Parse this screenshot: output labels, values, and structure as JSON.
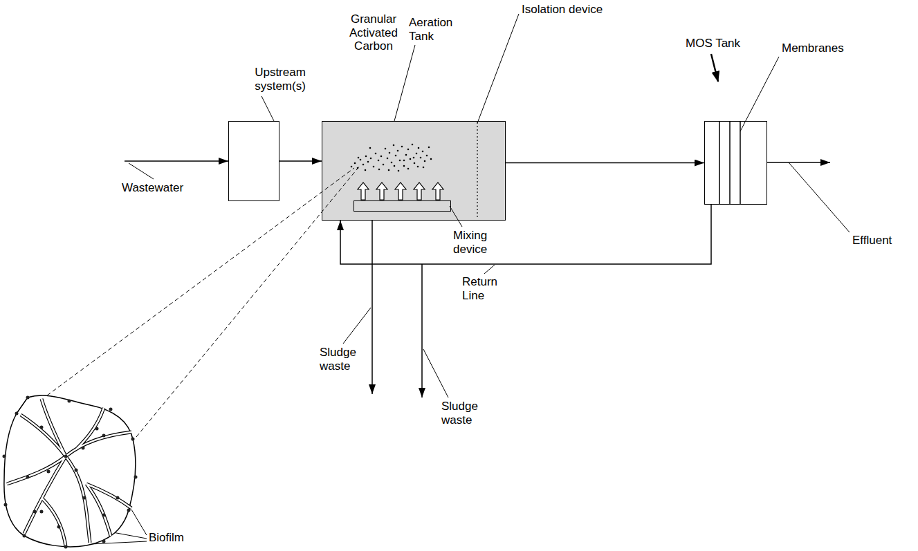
{
  "diagram": {
    "nodes": [
      {
        "text": [
          "Upstream system(s)"
        ]
      },
      {
        "text": [
          "Aeration Tank"
        ]
      },
      {
        "text": [
          "Mixing device"
        ],
        "in": 1
      },
      {
        "text": [
          "MOS Tank"
        ]
      }
    ],
    "edges": [
      {
        "from": 0,
        "to": 1,
        "arrow": "to"
      },
      {
        "from": 1,
        "to": 3,
        "arrow": "to"
      },
      {
        "from": 3,
        "to": 1,
        "arrow": "to"
      }
    ],
    "labels": [
      "Wastewater",
      "Granular Activated Carbon",
      "Isolation device",
      "Membranes",
      "Effluent",
      "Return Line",
      "Sludge waste",
      "Sludge waste",
      "Biofilm"
    ]
  }
}
